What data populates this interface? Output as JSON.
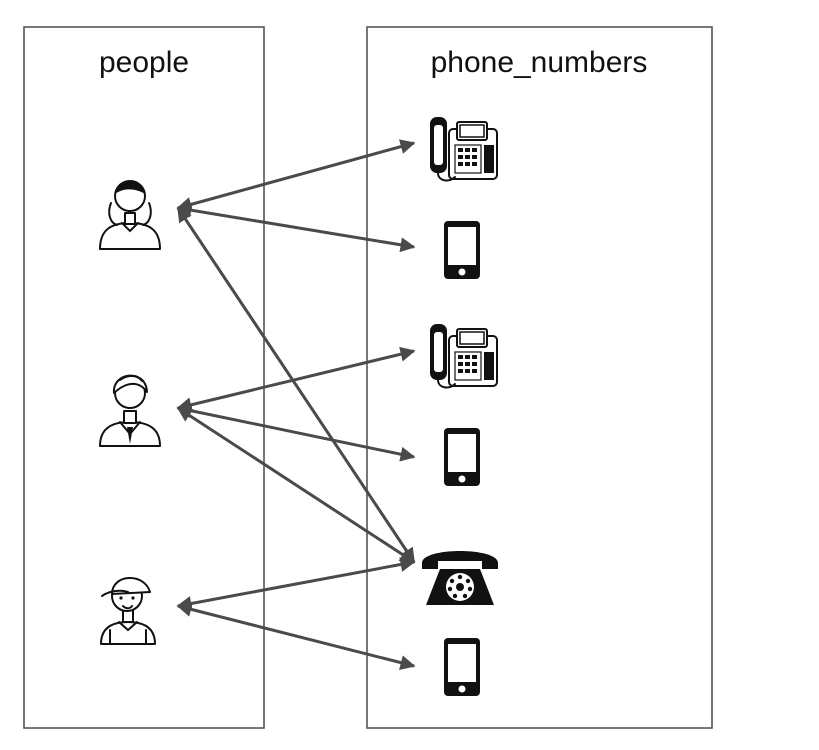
{
  "columns": {
    "left_title": "people",
    "right_title": "phone_numbers"
  },
  "people": [
    {
      "id": "woman",
      "icon": "woman-icon"
    },
    {
      "id": "man",
      "icon": "businessman-icon"
    },
    {
      "id": "boy",
      "icon": "boy-with-cap-icon"
    }
  ],
  "phones": [
    {
      "id": "desk1",
      "icon": "desk-phone-icon"
    },
    {
      "id": "mobile1",
      "icon": "mobile-phone-icon"
    },
    {
      "id": "desk2",
      "icon": "desk-phone-icon"
    },
    {
      "id": "mobile2",
      "icon": "mobile-phone-icon"
    },
    {
      "id": "rotary",
      "icon": "rotary-phone-icon"
    },
    {
      "id": "mobile3",
      "icon": "mobile-phone-icon"
    }
  ],
  "links": [
    {
      "person": "woman",
      "phone": "desk1"
    },
    {
      "person": "woman",
      "phone": "mobile1"
    },
    {
      "person": "woman",
      "phone": "rotary"
    },
    {
      "person": "man",
      "phone": "desk2"
    },
    {
      "person": "man",
      "phone": "mobile2"
    },
    {
      "person": "man",
      "phone": "rotary"
    },
    {
      "person": "boy",
      "phone": "rotary"
    },
    {
      "person": "boy",
      "phone": "mobile3"
    }
  ],
  "colors": {
    "arrow": "#4a4a4a",
    "border": "#555555",
    "icon": "#111111"
  }
}
